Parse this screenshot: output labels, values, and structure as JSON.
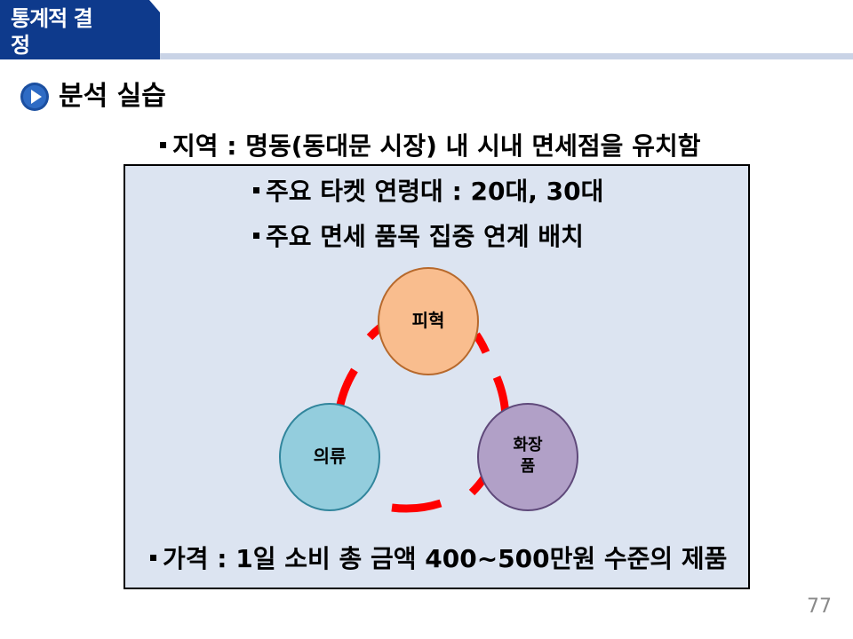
{
  "header": {
    "tab_text": "통계적 결정"
  },
  "section": {
    "title": "분석 실습",
    "marker_icon": "play-circle-icon"
  },
  "bullets": {
    "region": "지역 : 명동(동대문 시장) 내 시내 면세점을 유치함",
    "target_age": "주요 타켓 연령대 : 20대, 30대",
    "placement": "주요 면세 품목 집중 연계 배치",
    "price": "가격 : 1일 소비 총 금액 400~500만원 수준의 제품"
  },
  "cycle": {
    "nodes": {
      "leather": "피혁",
      "cosmetics_line1": "화장",
      "cosmetics_line2": "품",
      "clothing": "의류"
    },
    "colors": {
      "leather": "#f9bd8e",
      "cosmetics": "#b1a0c7",
      "clothing": "#93cddd",
      "arrow": "#ff0000"
    }
  },
  "page": {
    "number": "77"
  }
}
